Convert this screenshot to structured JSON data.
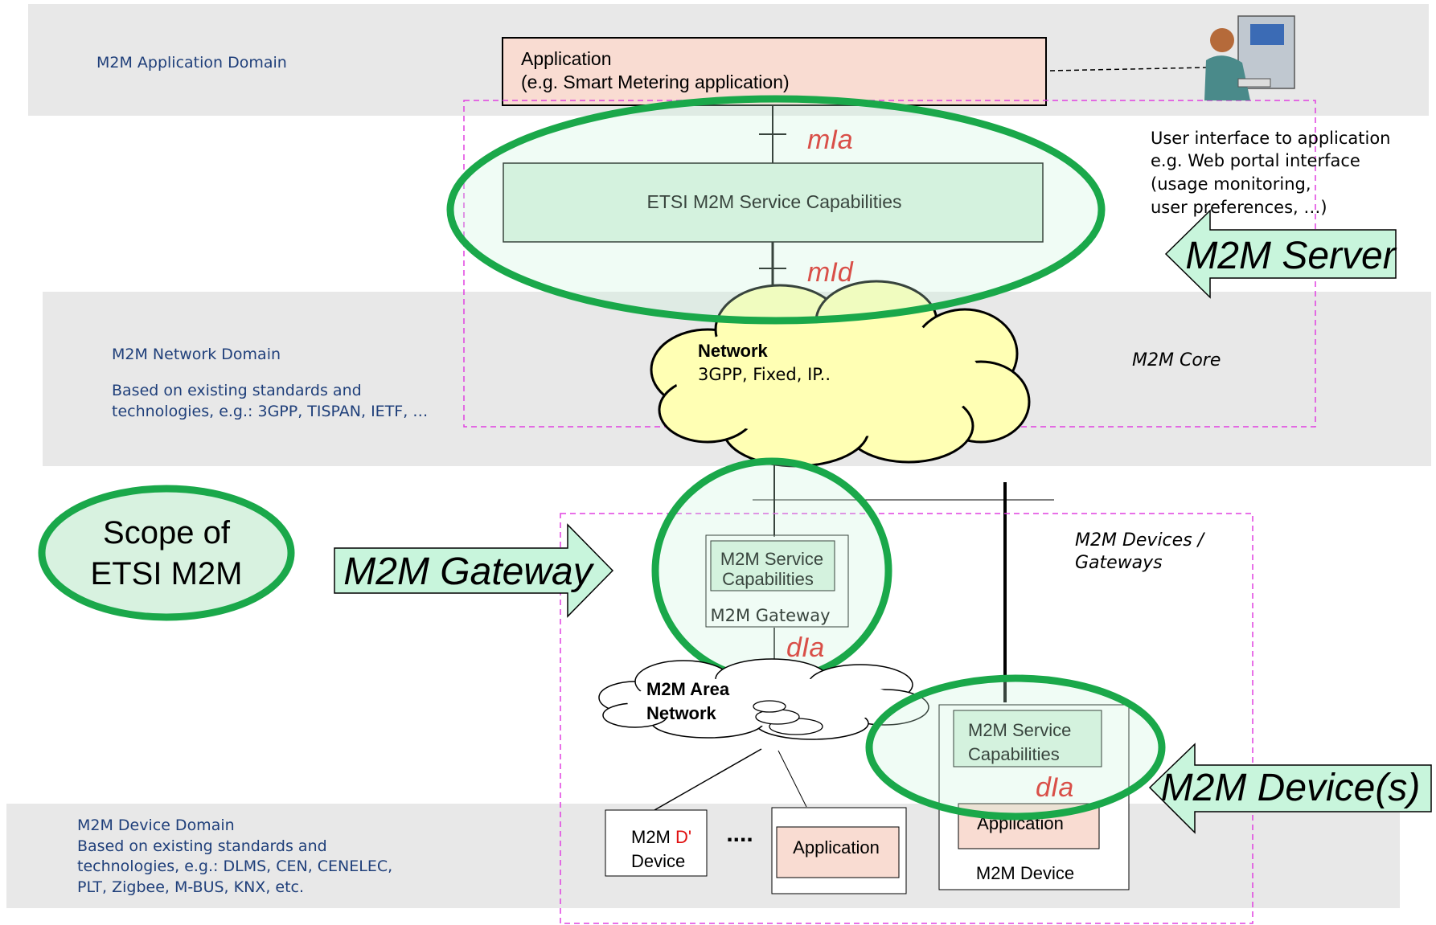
{
  "domains": {
    "application": "M2M Application Domain",
    "network": "M2M Network Domain",
    "network_desc": [
      "Based on existing standards and",
      "technologies, e.g.: 3GPP, TISPAN, IETF, …"
    ],
    "device": "M2M Device Domain",
    "device_desc": [
      "Based on existing standards and",
      "technologies, e.g.: DLMS, CEN, CENELEC,",
      "PLT, Zigbee, M-BUS, KNX, etc."
    ]
  },
  "application_box": [
    "Application",
    "(e.g. Smart Metering application)"
  ],
  "service_capabilities": "ETSI M2M Service Capabilities",
  "interfaces": {
    "mia": "mIa",
    "mid": "mId",
    "dia_gateway": "dIa",
    "dia_device": "dIa"
  },
  "user_interface_note": [
    "User interface to application",
    "e.g. Web portal interface",
    "(usage monitoring,",
    "user preferences, …)"
  ],
  "network_cloud": {
    "title": "Network",
    "subtitle": "3GPP, Fixed, IP.."
  },
  "m2m_core": "M2M Core",
  "arrows": {
    "server": "M2M Server",
    "gateway": "M2M Gateway",
    "device": "M2M Device(s)"
  },
  "scope": [
    "Scope of",
    "ETSI M2M"
  ],
  "devices_gateways": [
    "M2M Devices /",
    "Gateways"
  ],
  "gateway_box": {
    "sc": [
      "M2M Service",
      "Capabilities"
    ],
    "label": "M2M Gateway"
  },
  "area_network": [
    "M2M Area",
    "Network"
  ],
  "m2m_d_device": {
    "prefix": "M2M ",
    "highlight": "D'",
    "line2": "Device"
  },
  "ellipsis": "....",
  "application_small": "Application",
  "device_box": {
    "sc": [
      "M2M Service",
      "Capabilities"
    ],
    "app": "Application",
    "label": "M2M Device"
  },
  "colors": {
    "band": "#e8e8e8",
    "domain_text": "#1f3f7a",
    "highlight_green": "#1aa84a",
    "arrow_fill": "#c8f5dc",
    "app_fill": "#f9dcd2",
    "sc_fill": "#d8f2e0",
    "interface_red": "#e01010",
    "dashed_magenta": "#e040e0",
    "cloud_fill": "#ffffb4"
  }
}
